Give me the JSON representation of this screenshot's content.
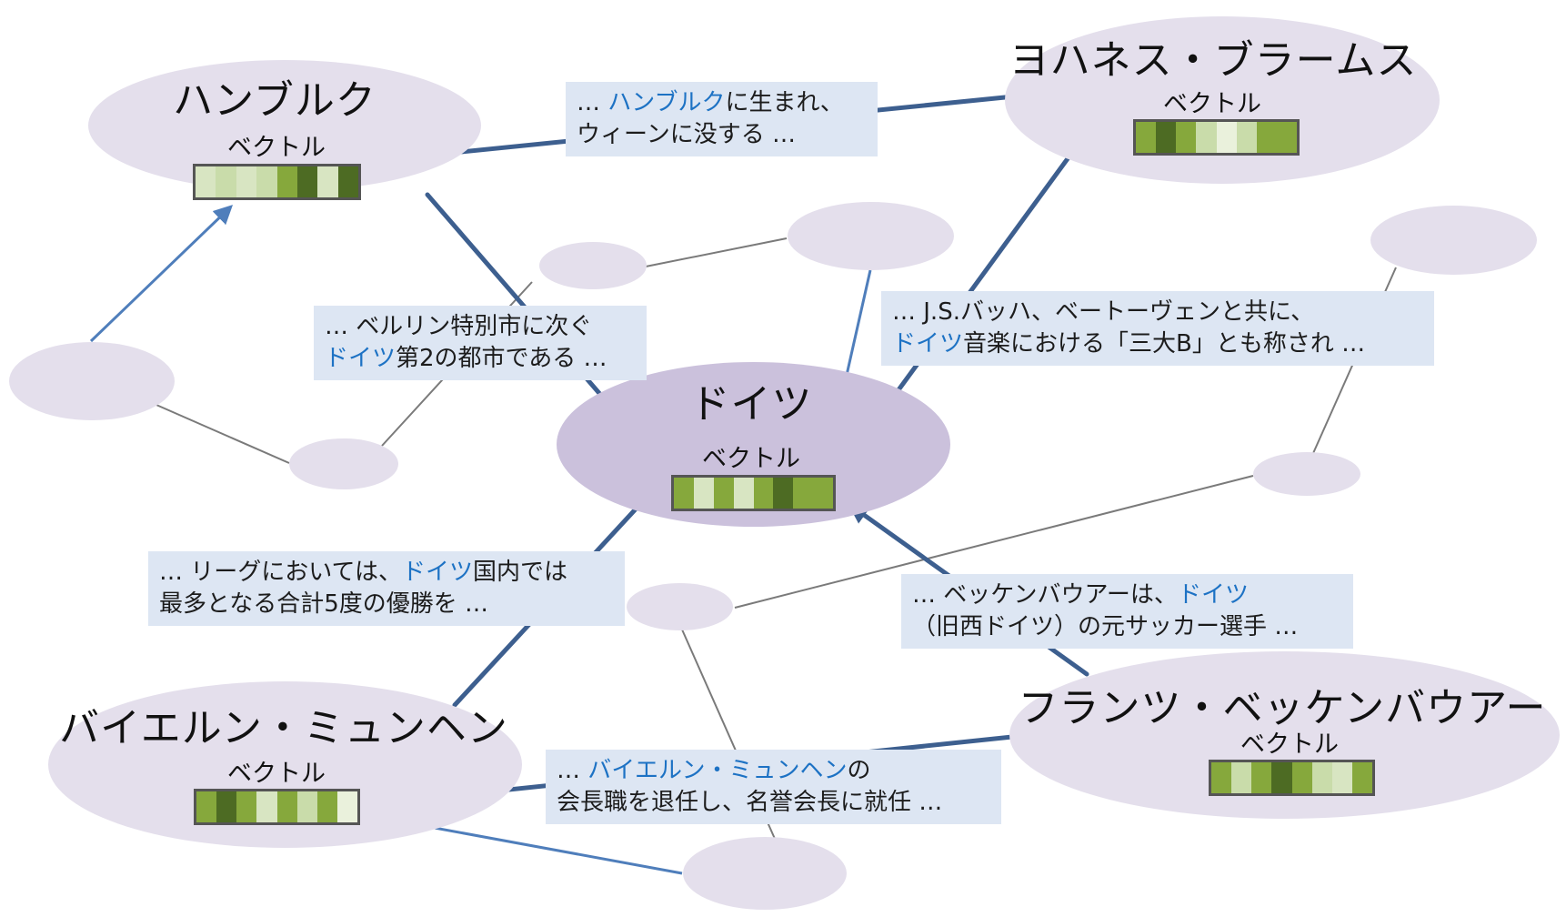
{
  "entities": {
    "hamburg": {
      "title": "ハンブルク",
      "vector_label": "ベクトル",
      "vector": [
        "#d8e5c2",
        "#c9dcaa",
        "#d8e5c2",
        "#c9dcaa",
        "#86a83c",
        "#4d6b23",
        "#d8e5c2",
        "#4d6b23"
      ]
    },
    "brahms": {
      "title": "ヨハネス・ブラームス",
      "vector_label": "ベクトル",
      "vector": [
        "#86a83c",
        "#4d6b23",
        "#86a83c",
        "#c9dcaa",
        "#eaf1dc",
        "#c9dcaa",
        "#86a83c",
        "#86a83c"
      ]
    },
    "germany": {
      "title": "ドイツ",
      "vector_label": "ベクトル",
      "vector": [
        "#86a83c",
        "#d8e5c2",
        "#86a83c",
        "#d8e5c2",
        "#86a83c",
        "#4d6b23",
        "#86a83c",
        "#86a83c"
      ]
    },
    "bayern": {
      "title": "バイエルン・ミュンヘン",
      "vector_label": "ベクトル",
      "vector": [
        "#86a83c",
        "#4d6b23",
        "#86a83c",
        "#d8e5c2",
        "#86a83c",
        "#c9dcaa",
        "#86a83c",
        "#eaf1dc"
      ]
    },
    "beckenbauer": {
      "title": "フランツ・ベッケンバウアー",
      "vector_label": "ベクトル",
      "vector": [
        "#86a83c",
        "#c9dcaa",
        "#86a83c",
        "#4d6b23",
        "#86a83c",
        "#c9dcaa",
        "#d8e5c2",
        "#86a83c"
      ]
    }
  },
  "snippets": {
    "brahms_hamburg": {
      "line1_pre": "… ",
      "line1_hl": "ハンブルク",
      "line1_post": "に生まれ、",
      "line2_pre": "ウィーンに没する …",
      "line2_hl": "",
      "line2_post": ""
    },
    "hamburg_germany": {
      "line1_pre": "… ベルリン特別市に次ぐ",
      "line1_hl": "",
      "line1_post": "",
      "line2_pre": "",
      "line2_hl": "ドイツ",
      "line2_post": "第2の都市である …"
    },
    "brahms_germany": {
      "line1_pre": "… J.S.バッハ、ベートーヴェンと共に、",
      "line1_hl": "",
      "line1_post": "",
      "line2_pre": "",
      "line2_hl": "ドイツ",
      "line2_post": "音楽における「三大B」とも称され …"
    },
    "bayern_germany": {
      "line1_pre": "… リーグにおいては、",
      "line1_hl": "ドイツ",
      "line1_post": "国内では",
      "line2_pre": "最多となる合計5度の優勝を …",
      "line2_hl": "",
      "line2_post": ""
    },
    "beckenbauer_germany": {
      "line1_pre": "…  ベッケンバウアーは、",
      "line1_hl": "ドイツ",
      "line1_post": "",
      "line2_pre": "（旧西ドイツ）の元サッカー選手 …",
      "line2_hl": "",
      "line2_post": ""
    },
    "beckenbauer_bayern": {
      "line1_pre": "… ",
      "line1_hl": "バイエルン・ミュンヘン",
      "line1_post": "の",
      "line2_pre": "会長職を退任し、名誉会長に就任 …",
      "line2_hl": "",
      "line2_post": ""
    }
  },
  "colors": {
    "entity_node": "#e4dfec",
    "center_node": "#cbc1dc",
    "snippet_bg": "#dde6f3",
    "highlight_text": "#1d72c4",
    "strong_arrow": "#3d5f8f",
    "thin_arrow": "#4f7ebb",
    "graph_line": "#7a7a7a"
  }
}
